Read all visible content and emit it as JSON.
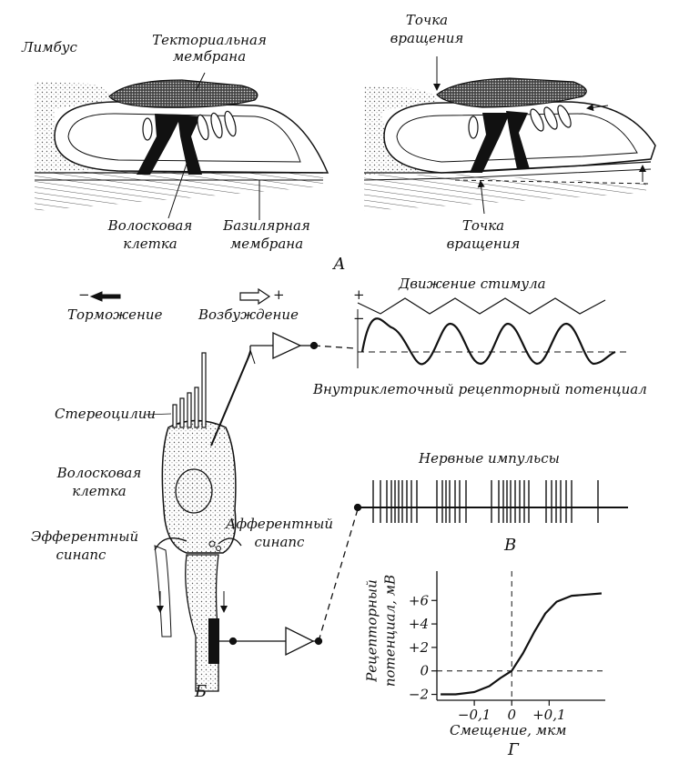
{
  "panelA": {
    "limbus": "Лимбус",
    "tectorial_1": "Текториальная",
    "tectorial_2": "мембрана",
    "hair_cell_1": "Волосковая",
    "hair_cell_2": "клетка",
    "basilar_1": "Базилярная",
    "basilar_2": "мембрана",
    "pivot_top_1": "Точка",
    "pivot_top_2": "вращения",
    "pivot_bottom_1": "Точка",
    "pivot_bottom_2": "вращения",
    "letter": "А"
  },
  "panelB": {
    "inhibition_sign": "−",
    "inhibition": "Торможение",
    "excitation_sign": "+",
    "excitation": "Возбуждение",
    "stereocilia": "Стереоцилии",
    "hair_cell_1": "Волосковая",
    "hair_cell_2": "клетка",
    "efferent_1": "Эфферентный",
    "efferent_2": "синапс",
    "afferent_1": "Афферентный",
    "afferent_2": "синапс",
    "letter": "Б"
  },
  "panelV": {
    "stimulus": "Движение стимула",
    "plus": "+",
    "minus": "−",
    "receptor_potential": "Внутриклеточный рецепторный потенциал",
    "impulses": "Нервные импульсы",
    "letter": "В"
  },
  "chart_data": {
    "type": "line",
    "title": "",
    "xlabel": "Смещение, мкм",
    "ylabel_line1": "Рецепторный",
    "ylabel_line2": "потенциал, мВ",
    "xlim": [
      -0.2,
      0.25
    ],
    "ylim": [
      -2.5,
      8.5
    ],
    "x_ticks": [
      -0.1,
      0,
      0.1
    ],
    "x_tick_labels": [
      "−0,1",
      "0",
      "+0,1"
    ],
    "y_ticks": [
      -2,
      0,
      2,
      4,
      6
    ],
    "y_tick_labels": [
      "−2",
      "0",
      "+2",
      "+4",
      "+6"
    ],
    "x": [
      -0.19,
      -0.15,
      -0.1,
      -0.06,
      -0.03,
      0,
      0.03,
      0.06,
      0.09,
      0.12,
      0.16,
      0.2,
      0.24
    ],
    "y": [
      -2,
      -2,
      -1.8,
      -1.3,
      -0.6,
      0,
      1.5,
      3.3,
      4.9,
      5.9,
      6.4,
      6.5,
      6.6
    ],
    "letter": "Г"
  }
}
